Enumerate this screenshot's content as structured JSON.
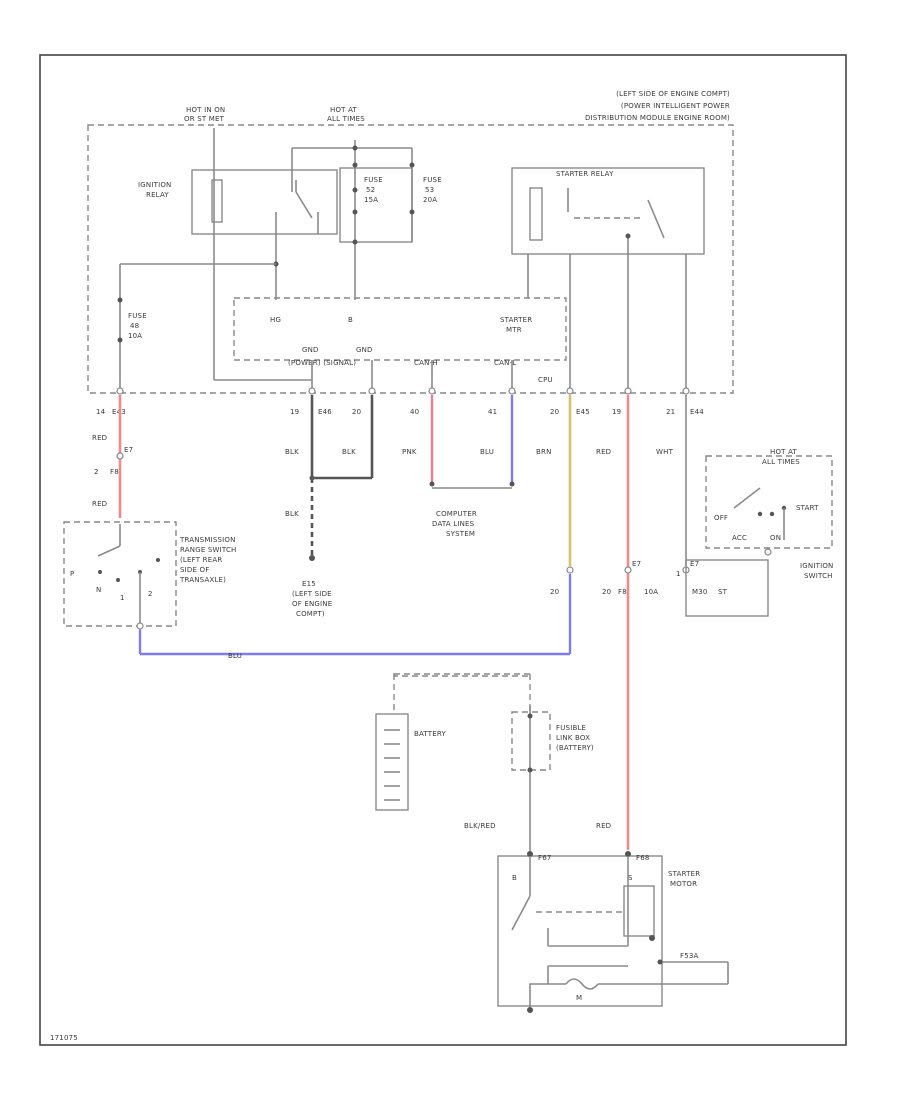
{
  "diagram_id": "171075",
  "pdm": {
    "title_line1": "(LEFT SIDE OF ENGINE COMPT)",
    "title_line2": "(POWER INTELLIGENT POWER",
    "title_line3": "DISTRIBUTION MODULE ENGINE ROOM)",
    "hot_in_on_1": "HOT IN ON",
    "hot_in_on_2": "OR ST MET",
    "hot_at_1": "HOT AT",
    "hot_at_2": "ALL TIMES",
    "ignition_relay_1": "IGNITION",
    "ignition_relay_2": "RELAY",
    "fuse_a_1": "FUSE",
    "fuse_a_2": "52",
    "fuse_a_3": "15A",
    "fuse_b_1": "FUSE",
    "fuse_b_2": "53",
    "fuse_b_3": "20A",
    "starter_relay": "STARTER RELAY",
    "fuse_left_1": "FUSE",
    "fuse_left_2": "48",
    "fuse_left_3": "10A",
    "lbl_hg": "HG",
    "lbl_b": "B",
    "lbl_starter_1": "STARTER",
    "lbl_starter_2": "MTR",
    "gnd_1": "GND",
    "gnd_2": "GND",
    "power_signal": "(POWER)  (SIGNAL)",
    "can_h": "CAN-H",
    "can_l": "CAN-L",
    "cpu": "CPU"
  },
  "connectors": {
    "c1_pin": "14",
    "c1_name": "E43",
    "c2_pin": "19",
    "c2_name": "E46",
    "c3_pin": "20",
    "c4_pin": "40",
    "c5_pin": "41",
    "c6_pin": "20",
    "c6_name": "E45",
    "c7_pin": "19",
    "c8_pin": "21",
    "c8_name": "E44"
  },
  "wires": {
    "red_1": "RED",
    "red_conn": "E7",
    "red_conn_pin": "2",
    "red_conn_name": "F8",
    "red_2": "RED",
    "blk_1": "BLK",
    "blk_2": "BLK",
    "blk_3": "BLK",
    "pnk": "PNK",
    "blu": "BLU",
    "brn": "BRN",
    "red_3": "RED",
    "wht": "WHT",
    "blu_bottom": "BLU",
    "blk_red": "BLK/RED",
    "red_4": "RED"
  },
  "trans_switch": {
    "line1": "TRANSMISSION",
    "line2": "RANGE SWITCH",
    "line3": "(LEFT REAR",
    "line4": "SIDE OF",
    "line5": "TRANSAXLE)",
    "pin_p": "P",
    "pin_n": "N",
    "pin_1": "1",
    "pin_2": "2"
  },
  "ground": {
    "name": "E15",
    "line1": "(LEFT SIDE",
    "line2": "OF ENGINE",
    "line3": "COMPT)"
  },
  "computer_data": {
    "line1": "COMPUTER",
    "line2": "DATA LINES",
    "line3": "SYSTEM"
  },
  "ignition_switch": {
    "hot_1": "HOT AT",
    "hot_2": "ALL TIMES",
    "start": "START",
    "off": "OFF",
    "acc": "ACC",
    "on": "ON",
    "title_1": "IGNITION",
    "title_2": "SWITCH",
    "conn_pin": "1",
    "conn_name": "E7",
    "lbl_1": "M30",
    "lbl_2": "ST"
  },
  "bottom_labels": {
    "pin_20": "20",
    "conn_e7": "E7",
    "conn_pin_20": "20",
    "conn_f8": "F8",
    "conn_10a": "10A"
  },
  "battery": {
    "label": "BATTERY"
  },
  "fusible": {
    "line1": "FUSIBLE",
    "line2": "LINK BOX",
    "line3": "(BATTERY)"
  },
  "starter_motor": {
    "line1": "STARTER",
    "line2": "MOTOR",
    "conn_a": "F67",
    "conn_b": "F68",
    "pin_b": "B",
    "pin_s": "S",
    "m": "M",
    "conn_c": "F53A"
  }
}
